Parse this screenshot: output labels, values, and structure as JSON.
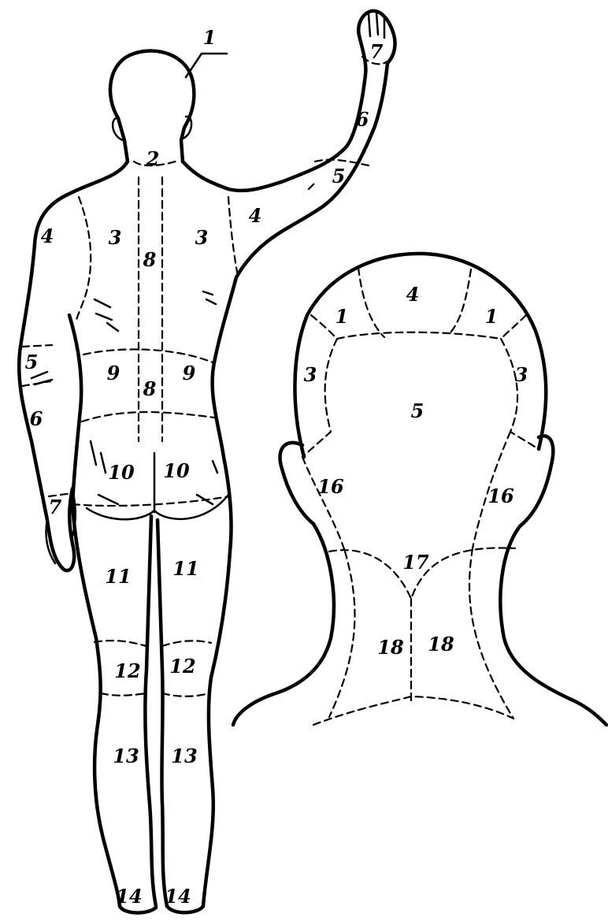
{
  "figure": {
    "body_labels": [
      {
        "id": "head",
        "text": "1"
      },
      {
        "id": "neck",
        "text": "2"
      },
      {
        "id": "scapula-left",
        "text": "3"
      },
      {
        "id": "scapula-right",
        "text": "3"
      },
      {
        "id": "shoulder-left",
        "text": "4"
      },
      {
        "id": "shoulder-right",
        "text": "4"
      },
      {
        "id": "elbow-left",
        "text": "5"
      },
      {
        "id": "elbow-right",
        "text": "5"
      },
      {
        "id": "forearm-left",
        "text": "6"
      },
      {
        "id": "forearm-right",
        "text": "6"
      },
      {
        "id": "hand-left",
        "text": "7"
      },
      {
        "id": "hand-right",
        "text": "7"
      },
      {
        "id": "spine-upper",
        "text": "8"
      },
      {
        "id": "spine-lower",
        "text": "8"
      },
      {
        "id": "lumbar-left",
        "text": "9"
      },
      {
        "id": "lumbar-right",
        "text": "9"
      },
      {
        "id": "buttock-left",
        "text": "10"
      },
      {
        "id": "buttock-right",
        "text": "10"
      },
      {
        "id": "thigh-left",
        "text": "11"
      },
      {
        "id": "thigh-right",
        "text": "11"
      },
      {
        "id": "knee-left",
        "text": "12"
      },
      {
        "id": "knee-right",
        "text": "12"
      },
      {
        "id": "calf-left",
        "text": "13"
      },
      {
        "id": "calf-right",
        "text": "13"
      },
      {
        "id": "heel-left",
        "text": "14"
      },
      {
        "id": "heel-right",
        "text": "14"
      }
    ],
    "head_labels": [
      {
        "id": "crown",
        "text": "4"
      },
      {
        "id": "parietal-left",
        "text": "1"
      },
      {
        "id": "parietal-right",
        "text": "1"
      },
      {
        "id": "temporal-left",
        "text": "3"
      },
      {
        "id": "temporal-right",
        "text": "3"
      },
      {
        "id": "occiput",
        "text": "5"
      },
      {
        "id": "mastoid-left",
        "text": "16"
      },
      {
        "id": "mastoid-right",
        "text": "16"
      },
      {
        "id": "nape",
        "text": "17"
      },
      {
        "id": "neck-left",
        "text": "18"
      },
      {
        "id": "neck-right",
        "text": "18"
      }
    ]
  }
}
